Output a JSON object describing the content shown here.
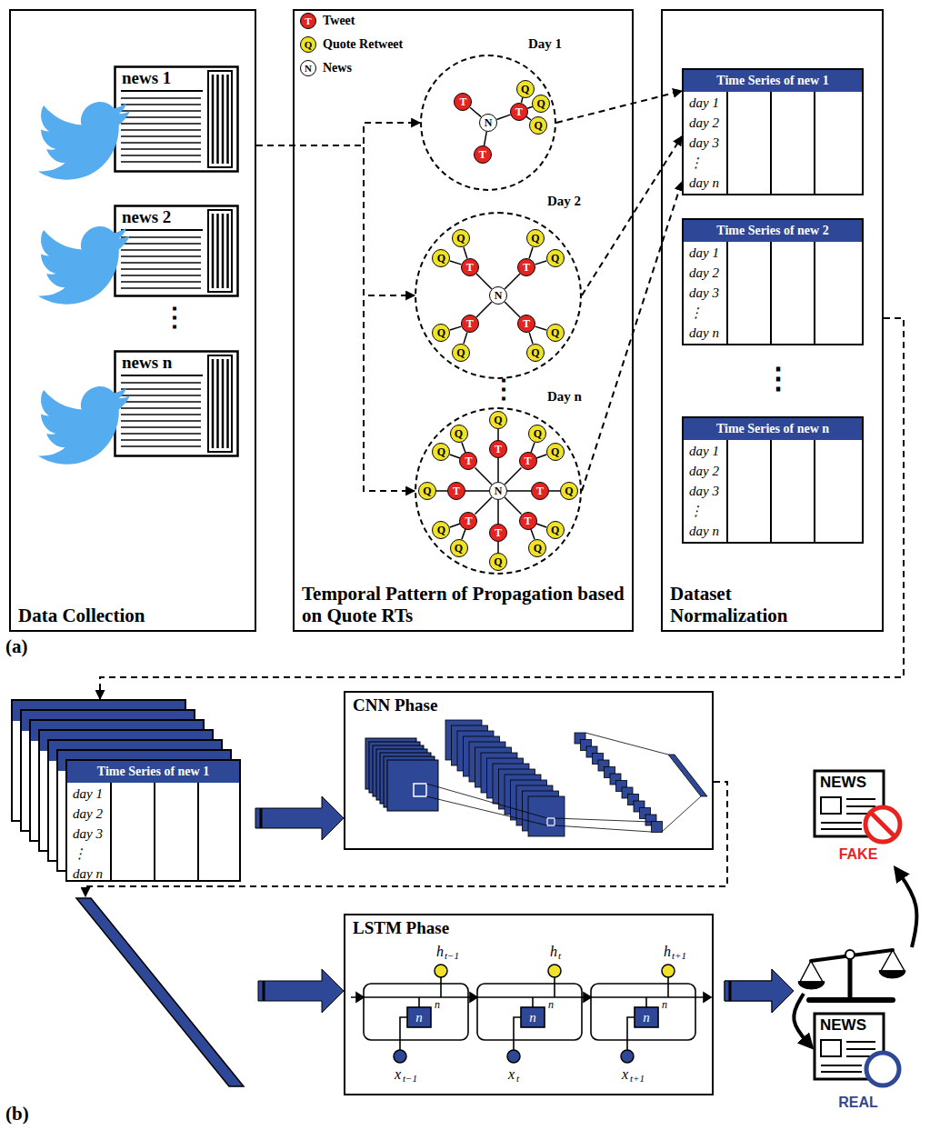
{
  "diagram": {
    "nodes": [
      {
        "text": [
          "Data Collection"
        ]
      },
      {
        "text": [
          "news 1"
        ],
        "in": 0
      },
      {
        "text": [
          "news 2"
        ],
        "in": 0
      },
      {
        "text": [
          "news n"
        ],
        "in": 0
      },
      {
        "text": [
          "Temporal Pattern of Propagation based on Quote RTs"
        ]
      },
      {
        "text": [
          "Day 1"
        ],
        "in": 4
      },
      {
        "text": [
          "N"
        ],
        "in": 5
      },
      {
        "text": [
          "T"
        ],
        "in": 5
      },
      {
        "text": [
          "T"
        ],
        "in": 5
      },
      {
        "text": [
          "T"
        ],
        "in": 5
      },
      {
        "text": [
          "Q"
        ],
        "in": 5
      },
      {
        "text": [
          "Q"
        ],
        "in": 5
      },
      {
        "text": [
          "Q"
        ],
        "in": 5
      },
      {
        "text": [
          "Day 2"
        ],
        "in": 4
      },
      {
        "text": [
          "N"
        ],
        "in": 13
      },
      {
        "text": [
          "T"
        ],
        "in": 13
      },
      {
        "text": [
          "T"
        ],
        "in": 13
      },
      {
        "text": [
          "T"
        ],
        "in": 13
      },
      {
        "text": [
          "T"
        ],
        "in": 13
      },
      {
        "text": [
          "Q"
        ],
        "in": 13
      },
      {
        "text": [
          "Q"
        ],
        "in": 13
      },
      {
        "text": [
          "Q"
        ],
        "in": 13
      },
      {
        "text": [
          "Q"
        ],
        "in": 13
      },
      {
        "text": [
          "Q"
        ],
        "in": 13
      },
      {
        "text": [
          "Q"
        ],
        "in": 13
      },
      {
        "text": [
          "Q"
        ],
        "in": 13
      },
      {
        "text": [
          "Q"
        ],
        "in": 13
      },
      {
        "text": [
          "Day n"
        ],
        "in": 4
      },
      {
        "text": [
          "N"
        ],
        "in": 27
      },
      {
        "text": [
          "T"
        ],
        "in": 27
      },
      {
        "text": [
          "T"
        ],
        "in": 27
      },
      {
        "text": [
          "T"
        ],
        "in": 27
      },
      {
        "text": [
          "T"
        ],
        "in": 27
      },
      {
        "text": [
          "T"
        ],
        "in": 27
      },
      {
        "text": [
          "T"
        ],
        "in": 27
      },
      {
        "text": [
          "T"
        ],
        "in": 27
      },
      {
        "text": [
          "T"
        ],
        "in": 27
      },
      {
        "text": [
          "Q"
        ],
        "in": 27
      },
      {
        "text": [
          "Q"
        ],
        "in": 27
      },
      {
        "text": [
          "Q"
        ],
        "in": 27
      },
      {
        "text": [
          "Q"
        ],
        "in": 27
      },
      {
        "text": [
          "Q"
        ],
        "in": 27
      },
      {
        "text": [
          "Q"
        ],
        "in": 27
      },
      {
        "text": [
          "Q"
        ],
        "in": 27
      },
      {
        "text": [
          "Q"
        ],
        "in": 27
      },
      {
        "text": [
          "Q"
        ],
        "in": 27
      },
      {
        "text": [
          "Q"
        ],
        "in": 27
      },
      {
        "text": [
          "Q"
        ],
        "in": 27
      },
      {
        "text": [
          "Q"
        ],
        "in": 27
      },
      {
        "text": [
          "Dataset Normalization"
        ]
      },
      {
        "text": [
          "Time Series of new 1",
          "day 1",
          "day 2",
          "day 3",
          "⋮",
          "day n"
        ],
        "in": 49
      },
      {
        "text": [
          "Time Series of new 2",
          "day 1",
          "day 2",
          "day 3",
          "⋮",
          "day n"
        ],
        "in": 49
      },
      {
        "text": [
          "Time Series of new n",
          "day 1",
          "day 2",
          "day 3",
          "⋮",
          "day n"
        ],
        "in": 49
      },
      {
        "text": [
          "Time Series of new 1",
          "day 1",
          "day 2",
          "day 3",
          "⋮",
          "day n"
        ]
      },
      {
        "text": [
          "CNN Phase"
        ]
      },
      {
        "text": [
          "LSTM Phase"
        ]
      },
      {
        "text": [
          "NEWS",
          "FAKE"
        ]
      },
      {
        "text": [
          "NEWS",
          "REAL"
        ]
      }
    ],
    "edges": [
      {
        "from": 0,
        "to": 5,
        "arrow": "to"
      },
      {
        "from": 0,
        "to": 13,
        "arrow": "to"
      },
      {
        "from": 0,
        "to": 27,
        "arrow": "to"
      },
      {
        "from": 5,
        "to": 50,
        "arrow": "to"
      },
      {
        "from": 13,
        "to": 50,
        "arrow": "to"
      },
      {
        "from": 27,
        "to": 50,
        "arrow": "to"
      },
      {
        "from": 49,
        "to": 53,
        "arrow": "to"
      },
      {
        "from": 53,
        "to": 54,
        "arrow": "to"
      },
      {
        "from": 54,
        "to": 55,
        "arrow": "to"
      },
      {
        "from": 55,
        "to": 56,
        "arrow": "to"
      },
      {
        "from": 55,
        "to": 57,
        "arrow": "to"
      },
      {
        "from": 6,
        "to": 7,
        "arrow": "none"
      },
      {
        "from": 6,
        "to": 8,
        "arrow": "none"
      },
      {
        "from": 6,
        "to": 9,
        "arrow": "none"
      },
      {
        "from": 8,
        "to": 10,
        "arrow": "none"
      },
      {
        "from": 8,
        "to": 11,
        "arrow": "none"
      },
      {
        "from": 8,
        "to": 12,
        "arrow": "none"
      },
      {
        "from": 14,
        "to": 15,
        "arrow": "none"
      },
      {
        "from": 14,
        "to": 16,
        "arrow": "none"
      },
      {
        "from": 14,
        "to": 17,
        "arrow": "none"
      },
      {
        "from": 14,
        "to": 18,
        "arrow": "none"
      },
      {
        "from": 15,
        "to": 19,
        "arrow": "none"
      },
      {
        "from": 15,
        "to": 20,
        "arrow": "none"
      },
      {
        "from": 16,
        "to": 21,
        "arrow": "none"
      },
      {
        "from": 16,
        "to": 22,
        "arrow": "none"
      },
      {
        "from": 17,
        "to": 23,
        "arrow": "none"
      },
      {
        "from": 17,
        "to": 24,
        "arrow": "none"
      },
      {
        "from": 18,
        "to": 25,
        "arrow": "none"
      },
      {
        "from": 18,
        "to": 26,
        "arrow": "none"
      },
      {
        "from": 28,
        "to": 29,
        "arrow": "none"
      },
      {
        "from": 28,
        "to": 30,
        "arrow": "none"
      },
      {
        "from": 28,
        "to": 31,
        "arrow": "none"
      },
      {
        "from": 28,
        "to": 32,
        "arrow": "none"
      },
      {
        "from": 28,
        "to": 33,
        "arrow": "none"
      },
      {
        "from": 28,
        "to": 34,
        "arrow": "none"
      },
      {
        "from": 28,
        "to": 35,
        "arrow": "none"
      },
      {
        "from": 28,
        "to": 36,
        "arrow": "none"
      },
      {
        "from": 29,
        "to": 37,
        "arrow": "none"
      },
      {
        "from": 30,
        "to": 38,
        "arrow": "none"
      },
      {
        "from": 30,
        "to": 39,
        "arrow": "none"
      },
      {
        "from": 31,
        "to": 40,
        "arrow": "none"
      },
      {
        "from": 32,
        "to": 41,
        "arrow": "none"
      },
      {
        "from": 32,
        "to": 42,
        "arrow": "none"
      },
      {
        "from": 33,
        "to": 43,
        "arrow": "none"
      },
      {
        "from": 34,
        "to": 44,
        "arrow": "none"
      },
      {
        "from": 34,
        "to": 45,
        "arrow": "none"
      },
      {
        "from": 35,
        "to": 46,
        "arrow": "none"
      },
      {
        "from": 36,
        "to": 47,
        "arrow": "none"
      },
      {
        "from": 36,
        "to": 48,
        "arrow": "none"
      }
    ],
    "labels": [
      "T",
      "Q",
      "N",
      "⋮",
      "⋮",
      "⋮",
      "h",
      "t−1",
      "h",
      "t",
      "h",
      "t+1",
      "x",
      "t−1",
      "x",
      "t",
      "x",
      "t+1",
      "n",
      "n",
      "n",
      "n",
      "n",
      "n",
      "(a)",
      "(b)"
    ],
    "legend": [
      {
        "text": "Tweet",
        "color": "#e52421"
      },
      {
        "text": "Quote Retweet",
        "color": "#f0e226"
      },
      {
        "text": "News",
        "color": "#ffffff"
      }
    ]
  }
}
